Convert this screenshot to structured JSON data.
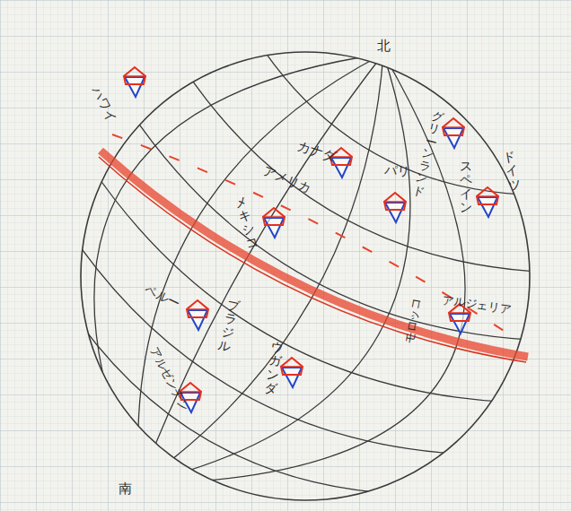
{
  "diagram": {
    "labels": [
      "北",
      "南",
      "ハワイ",
      "カナダ",
      "アメリカ",
      "メキシコ",
      "グリーンランド",
      "パリ",
      "ドイツ",
      "スペイン",
      "ペルー",
      "ブラジル",
      "アルゼンチン",
      "ウガンダ",
      "アルジェリア",
      "モロッコ"
    ]
  }
}
